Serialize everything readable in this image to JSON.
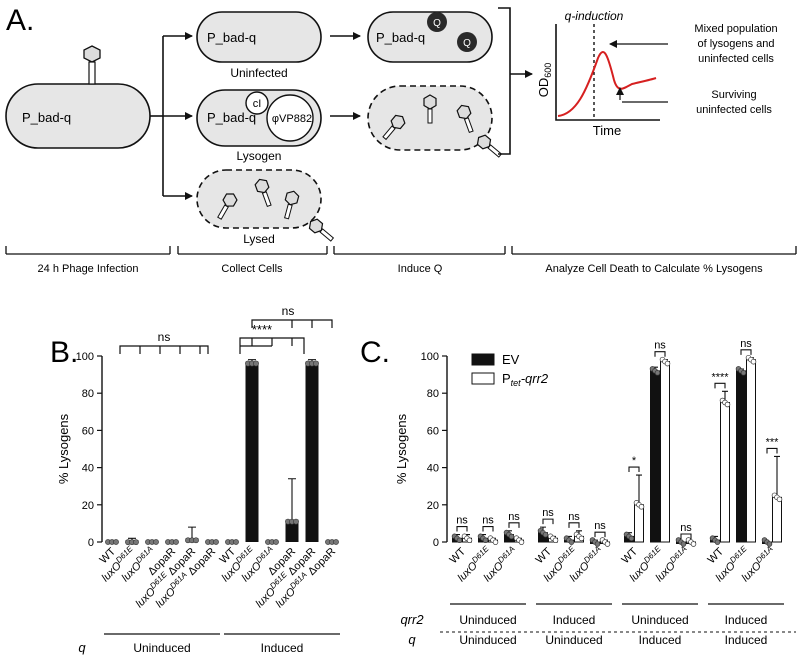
{
  "panel_a": {
    "label": "A.",
    "start_cell": "P_bad-q",
    "rows": [
      {
        "cell_text": "P_bad-q",
        "caption": "Uninfected",
        "induced_labels": [
          "Q",
          "Q"
        ]
      },
      {
        "cell_text": "P_bad-q",
        "caption": "Lysogen",
        "repressor": "cI",
        "prophage": "φVP882"
      },
      {
        "caption": "Lysed"
      }
    ],
    "plot": {
      "ylabel_main": "OD",
      "ylabel_sub": "600",
      "xlabel": "Time",
      "marker": "q-induction",
      "annotations": [
        "Mixed population",
        "of lysogens and",
        "uninfected cells",
        "Surviving",
        "uninfected cells"
      ]
    },
    "steps": [
      "24 h Phage Infection",
      "Collect Cells",
      "Induce Q",
      "Analyze Cell Death to Calculate % Lysogens"
    ],
    "colors": {
      "curve": "#d62020",
      "cell_fill": "#e6e6e6",
      "q_fill": "#2a2a2a"
    }
  },
  "chart_data": [
    {
      "panel": "B.",
      "type": "bar",
      "ylabel": "% Lysogens",
      "ylim": [
        0,
        100
      ],
      "yticks": [
        "0",
        "20",
        "40",
        "60",
        "80",
        "100"
      ],
      "strains": [
        {
          "main": "WT",
          "sup": ""
        },
        {
          "main": "luxO",
          "sup": "D61E"
        },
        {
          "main": "luxO",
          "sup": "D61A"
        },
        {
          "main": "ΔopaR",
          "sup": ""
        },
        {
          "main": "luxO ΔopaR",
          "sup": "D61E"
        },
        {
          "main": "luxO ΔopaR",
          "sup": "D61A"
        }
      ],
      "groups": [
        {
          "label": "Uninduced",
          "values": [
            0,
            1,
            0,
            0,
            2,
            0
          ],
          "errors": [
            0,
            1,
            0,
            0,
            6,
            0
          ]
        },
        {
          "label": "Induced",
          "values": [
            0,
            97,
            0,
            12,
            97,
            0
          ],
          "errors": [
            0,
            1,
            0,
            22,
            1,
            0
          ]
        }
      ],
      "row_label": "q",
      "sig": [
        "ns",
        "****",
        "ns"
      ]
    },
    {
      "panel": "C.",
      "type": "bar",
      "ylabel": "% Lysogens",
      "ylim": [
        0,
        100
      ],
      "yticks": [
        "0",
        "20",
        "40",
        "60",
        "80",
        "100"
      ],
      "series": [
        {
          "name": "EV",
          "fill": "#111111"
        },
        {
          "name": "P_tet-qrr2",
          "fill": "#ffffff"
        }
      ],
      "strains": [
        {
          "main": "WT",
          "sup": ""
        },
        {
          "main": "luxO",
          "sup": "D61E"
        },
        {
          "main": "luxO",
          "sup": "D61A"
        }
      ],
      "groups": [
        {
          "qrr2": "Uninduced",
          "q": "Uninduced",
          "ev": [
            2,
            2,
            4
          ],
          "ev_err": [
            2,
            2,
            2
          ],
          "qrr": [
            2,
            1,
            1
          ],
          "qrr_err": [
            2,
            1,
            1
          ],
          "sig": [
            "ns",
            "ns",
            "ns"
          ]
        },
        {
          "qrr2": "Induced",
          "q": "Uninduced",
          "ev": [
            5,
            1,
            0
          ],
          "ev_err": [
            3,
            2,
            1
          ],
          "qrr": [
            2,
            3,
            0
          ],
          "qrr_err": [
            1,
            3,
            1
          ],
          "sig": [
            "ns",
            "ns",
            "ns"
          ]
        },
        {
          "qrr2": "Uninduced",
          "q": "Induced",
          "ev": [
            3,
            92,
            0
          ],
          "ev_err": [
            2,
            2,
            0
          ],
          "qrr": [
            20,
            97,
            0
          ],
          "qrr_err": [
            16,
            1,
            0
          ],
          "sig": [
            "*",
            "ns",
            "ns"
          ]
        },
        {
          "qrr2": "Induced",
          "q": "Induced",
          "ev": [
            1,
            92,
            0
          ],
          "ev_err": [
            2,
            1,
            0
          ],
          "qrr": [
            75,
            98,
            24
          ],
          "qrr_err": [
            6,
            1,
            22
          ],
          "sig": [
            "****",
            "ns",
            "***"
          ]
        }
      ],
      "row_labels": [
        "qrr2",
        "q"
      ]
    }
  ]
}
